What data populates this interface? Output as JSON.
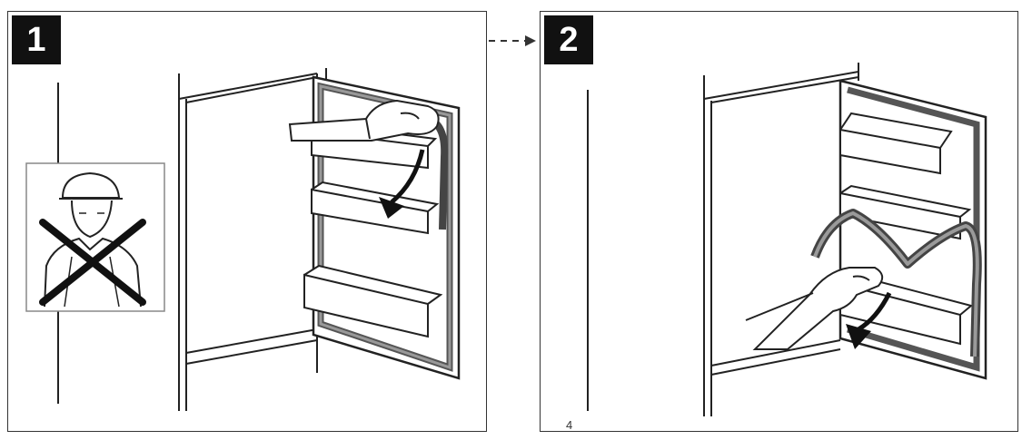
{
  "steps": [
    {
      "number": "1"
    },
    {
      "number": "2"
    }
  ],
  "panel2_mark": "4",
  "colors": {
    "ink": "#111111",
    "gasket": "#4a4a4a",
    "gasket_fill": "#8a8a8a",
    "background": "#ffffff"
  },
  "icons": [
    "no-helmet-warning-icon",
    "rotate-arrow-icon",
    "hand-icon",
    "dashed-arrow-icon"
  ]
}
